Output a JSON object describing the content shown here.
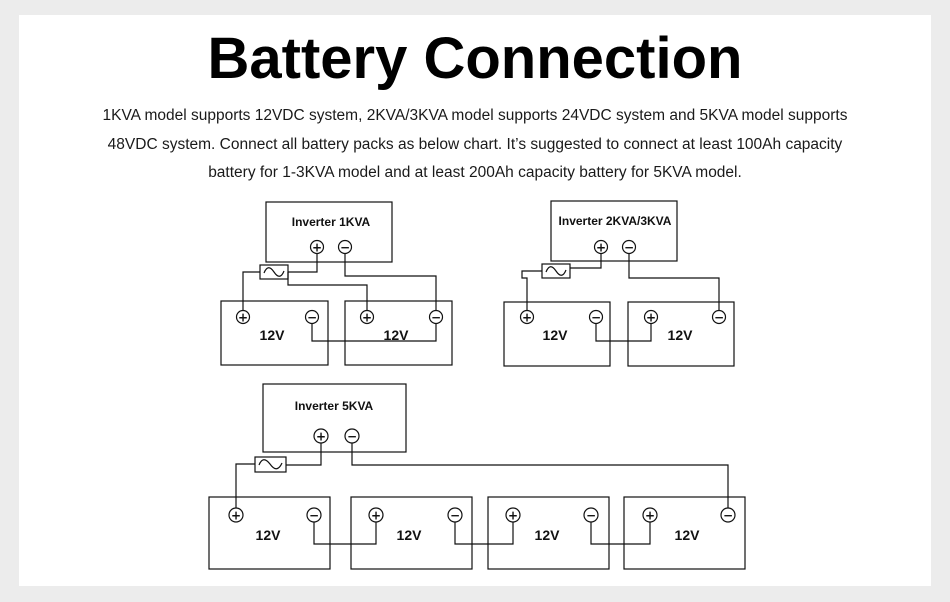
{
  "title": "Battery Connection",
  "description": [
    "1KVA model supports 12VDC system, 2KVA/3KVA model supports 24VDC system and 5KVA model supports",
    "48VDC system. Connect all battery packs as below chart. It’s suggested to connect at least 100Ah capacity",
    "battery for 1-3KVA model and at least 200Ah capacity battery for 5KVA model."
  ],
  "diagrams": {
    "d1": {
      "inverter_label": "Inverter 1KVA",
      "batteries": [
        "12V",
        "12V"
      ]
    },
    "d2": {
      "inverter_label": "Inverter 2KVA/3KVA",
      "batteries": [
        "12V",
        "12V"
      ]
    },
    "d3": {
      "inverter_label": "Inverter 5KVA",
      "batteries": [
        "12V",
        "12V",
        "12V",
        "12V"
      ]
    }
  },
  "symbols": {
    "positive": "+",
    "negative": "−",
    "fuse": "fuse-icon"
  },
  "colors": {
    "background": "#ececec",
    "card": "#ffffff",
    "ink": "#111111"
  }
}
